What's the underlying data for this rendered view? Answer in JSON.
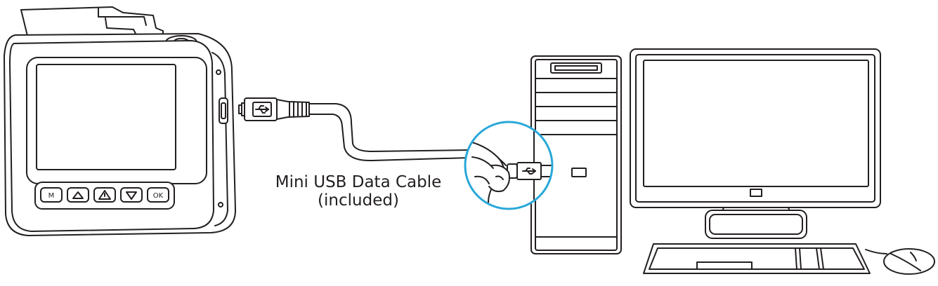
{
  "cable_label": {
    "line1": "Mini USB Data Cable",
    "line2": "(included)"
  },
  "dashcam": {
    "buttons": [
      {
        "label": "M",
        "icon": "m-label"
      },
      {
        "label": "",
        "icon": "up-triangle-icon"
      },
      {
        "label": "",
        "icon": "warning-triangle-icon"
      },
      {
        "label": "",
        "icon": "down-triangle-icon"
      },
      {
        "label": "OK",
        "icon": "ok-label"
      }
    ]
  },
  "colors": {
    "line": "#231f20",
    "callout_circle": "#29a8d8",
    "background": "#ffffff"
  },
  "icons": [
    "usb-icon",
    "mini-usb-plug-icon",
    "usb-a-plug-icon",
    "hand-icon",
    "computer-tower-icon",
    "monitor-icon",
    "keyboard-icon",
    "mouse-icon"
  ]
}
